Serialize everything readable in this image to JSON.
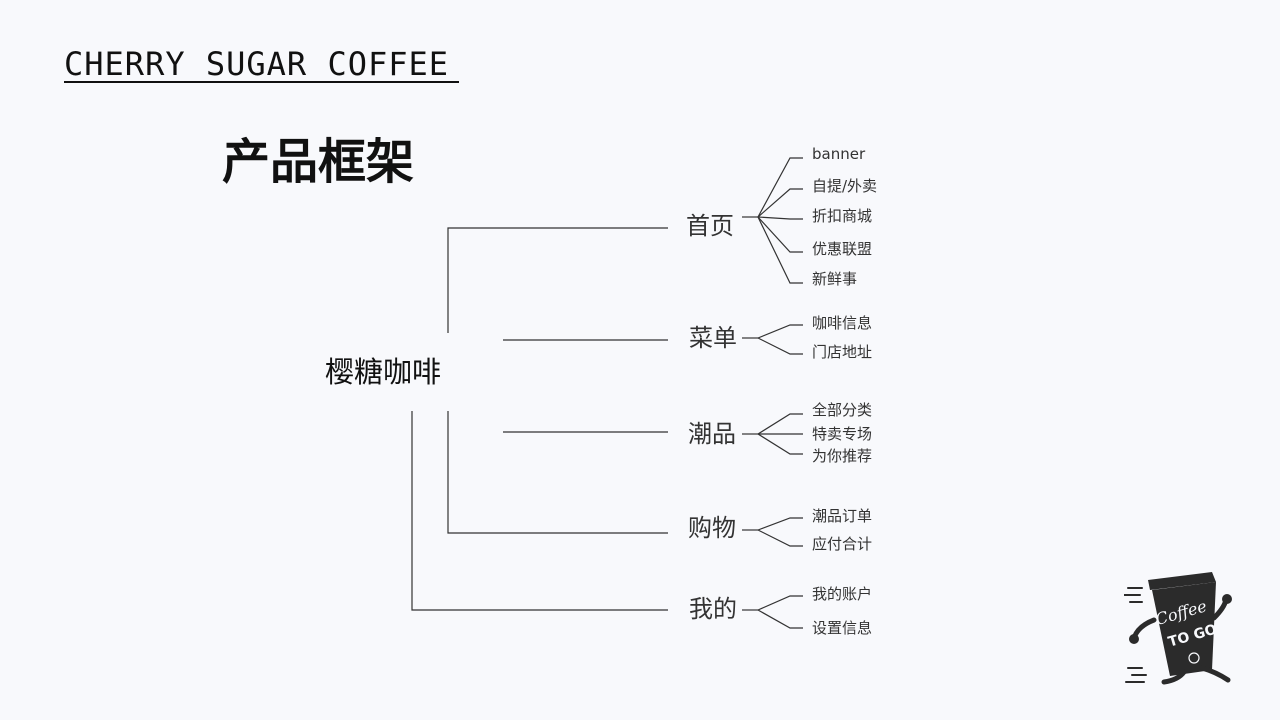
{
  "header": {
    "brand": "CHERRY SUGAR COFFEE",
    "title": "产品框架"
  },
  "tree": {
    "root": "樱糖咖啡",
    "branches": [
      {
        "label": "首页",
        "children": [
          "banner",
          "自提/外卖",
          "折扣商城",
          "优惠联盟",
          "新鲜事"
        ]
      },
      {
        "label": "菜单",
        "children": [
          "咖啡信息",
          "门店地址"
        ]
      },
      {
        "label": "潮品",
        "children": [
          "全部分类",
          "特卖专场",
          "为你推荐"
        ]
      },
      {
        "label": "购物",
        "children": [
          "潮品订单",
          "应付合计"
        ]
      },
      {
        "label": "我的",
        "children": [
          "我的账户",
          "设置信息"
        ]
      }
    ]
  },
  "logo": {
    "line1": "Coffee",
    "line2": "TO GO"
  },
  "colors": {
    "background": "#f8f9fc",
    "line": "#333333",
    "text": "#111111",
    "logo": "#2b2b2b"
  },
  "icons": {
    "logo": "coffee-to-go-cup-icon"
  }
}
